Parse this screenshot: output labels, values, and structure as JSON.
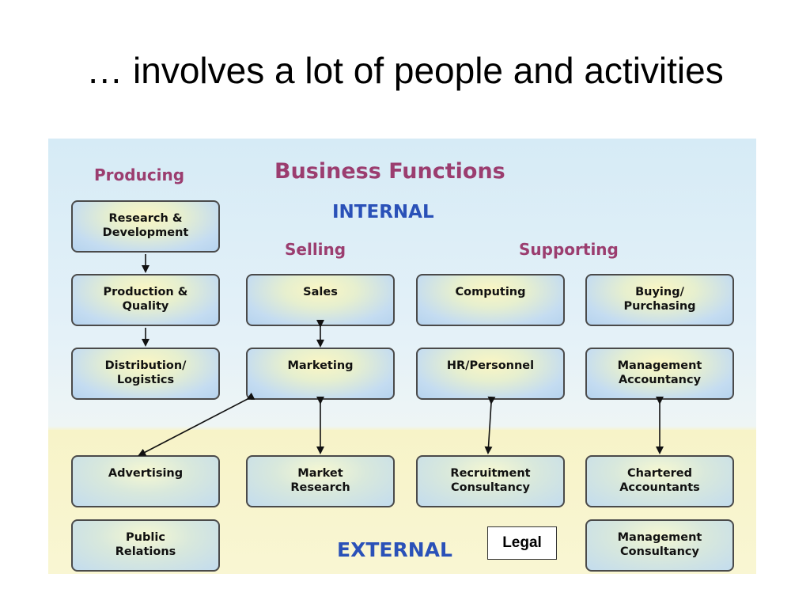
{
  "slide": {
    "title": "… involves a lot of people and activities"
  },
  "diagram": {
    "title": "Business Functions",
    "internal_label": "INTERNAL",
    "external_label": "EXTERNAL",
    "columns": {
      "producing": "Producing",
      "selling": "Selling",
      "supporting": "Supporting"
    },
    "boxes": {
      "rd": "Research &\nDevelopment",
      "production": "Production &\nQuality",
      "distribution": "Distribution/\nLogistics",
      "sales": "Sales",
      "marketing": "Marketing",
      "computing": "Computing",
      "hr": "HR/Personnel",
      "buying": "Buying/\nPurchasing",
      "mgmt_accountancy": "Management\nAccountancy",
      "advertising": "Advertising",
      "public_relations": "Public\nRelations",
      "market_research": "Market\nResearch",
      "recruitment": "Recruitment\nConsultancy",
      "chartered": "Chartered\nAccountants",
      "mgmt_consultancy": "Management\nConsultancy"
    },
    "legal": "Legal",
    "colors": {
      "heading_purple": "#9b3d6f",
      "heading_blue": "#2a51b8",
      "internal_bg": "#d6ebf6",
      "external_bg": "#f7f3c8"
    }
  }
}
